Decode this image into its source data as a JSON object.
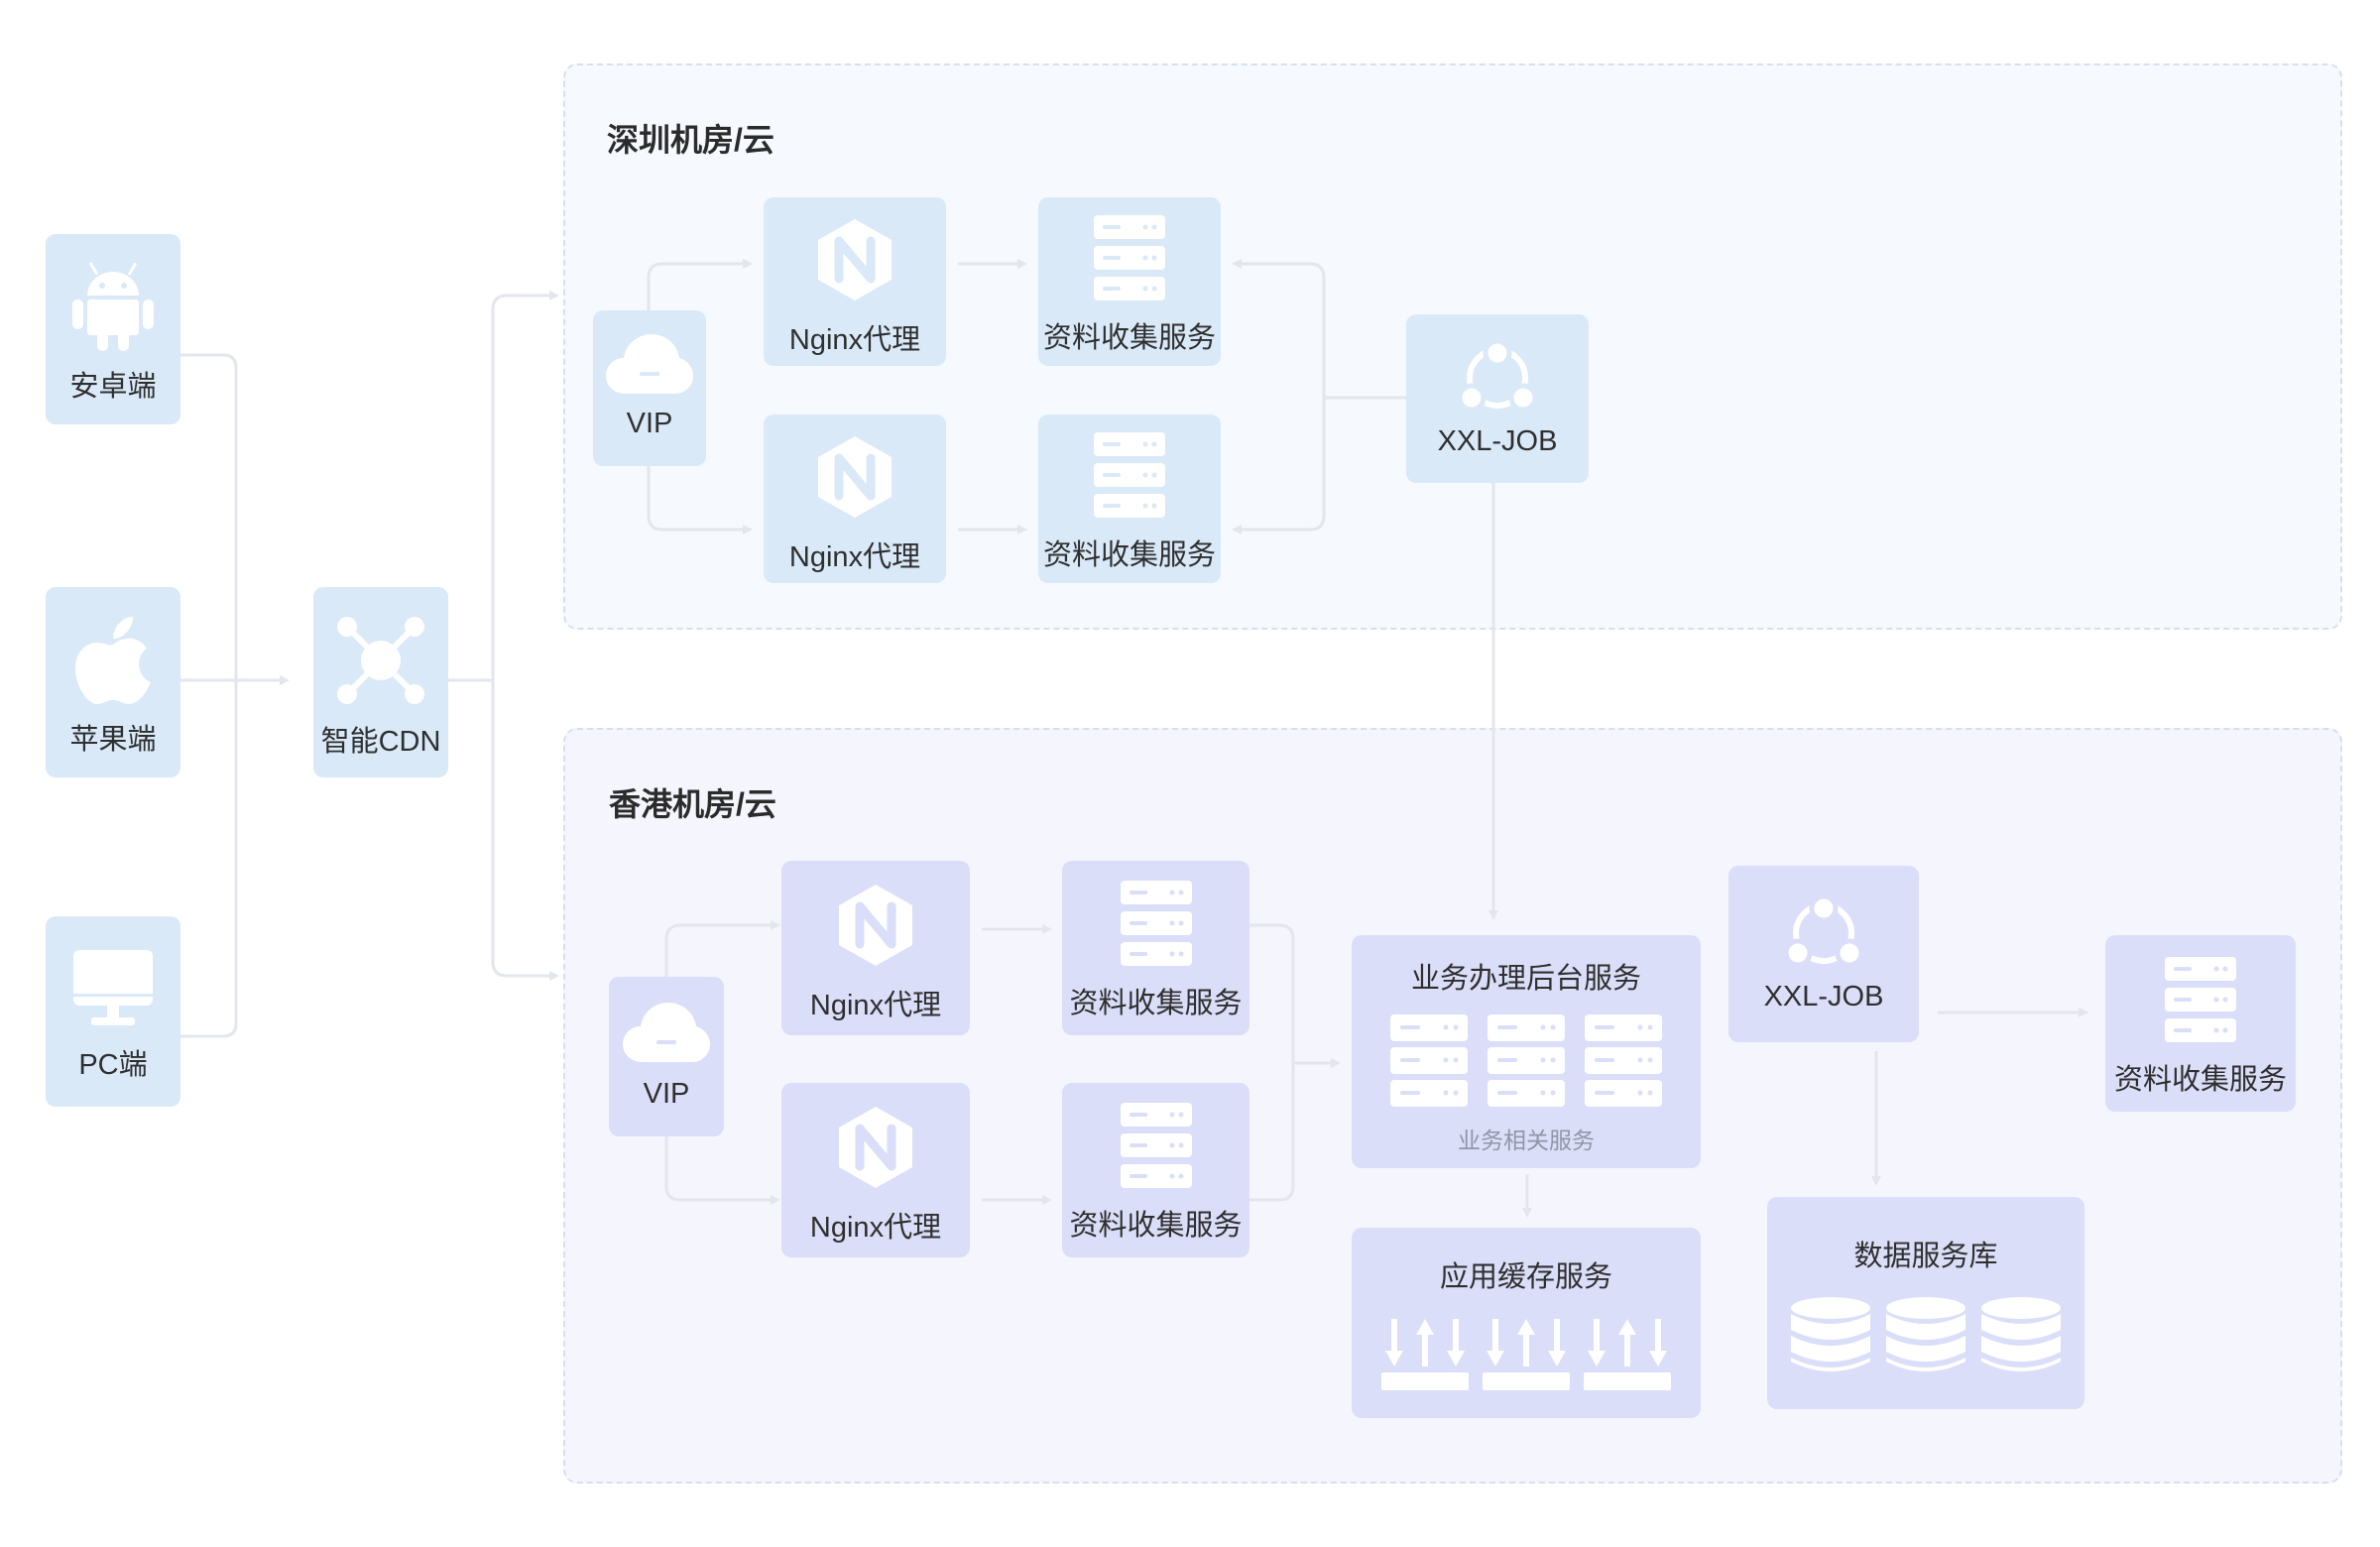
{
  "colors": {
    "region_sz_fill": "#f6f9fe",
    "region_hk_fill": "#f5f6fd",
    "region_border": "#d6dff0",
    "node_blue": "#d9e9f8",
    "node_purple": "#dadef8",
    "icon_white": "#ffffff",
    "connector": "#e3e6ec"
  },
  "clients": {
    "android": {
      "label": "安卓端",
      "icon": "android-icon"
    },
    "apple": {
      "label": "苹果端",
      "icon": "apple-icon"
    },
    "pc": {
      "label": "PC端",
      "icon": "monitor-icon"
    }
  },
  "cdn": {
    "label": "智能CDN",
    "icon": "network-hub-icon"
  },
  "shenzhen": {
    "title": "深圳机房/云",
    "vip": {
      "label": "VIP",
      "icon": "cloud-icon"
    },
    "nginx": [
      {
        "label": "Nginx代理",
        "icon": "nginx-icon"
      },
      {
        "label": "Nginx代理",
        "icon": "nginx-icon"
      }
    ],
    "collect": [
      {
        "label": "资料收集服务",
        "icon": "server-icon"
      },
      {
        "label": "资料收集服务",
        "icon": "server-icon"
      }
    ],
    "xxljob": {
      "label": "XXL-JOB",
      "icon": "share-nodes-icon"
    }
  },
  "hongkong": {
    "title": "香港机房/云",
    "vip": {
      "label": "VIP",
      "icon": "cloud-icon"
    },
    "nginx": [
      {
        "label": "Nginx代理",
        "icon": "nginx-icon"
      },
      {
        "label": "Nginx代理",
        "icon": "nginx-icon"
      }
    ],
    "collect": [
      {
        "label": "资料收集服务",
        "icon": "server-icon"
      },
      {
        "label": "资料收集服务",
        "icon": "server-icon"
      }
    ],
    "business": {
      "label": "业务办理后台服务",
      "sublabel": "业务相关服务",
      "icon": "server-icon"
    },
    "cache": {
      "label": "应用缓存服务",
      "icon": "cache-transfer-icon"
    },
    "xxljob": {
      "label": "XXL-JOB",
      "icon": "share-nodes-icon"
    },
    "collect_right": {
      "label": "资料收集服务",
      "icon": "server-icon"
    },
    "database": {
      "label": "数据服务库",
      "icon": "database-icon"
    }
  }
}
